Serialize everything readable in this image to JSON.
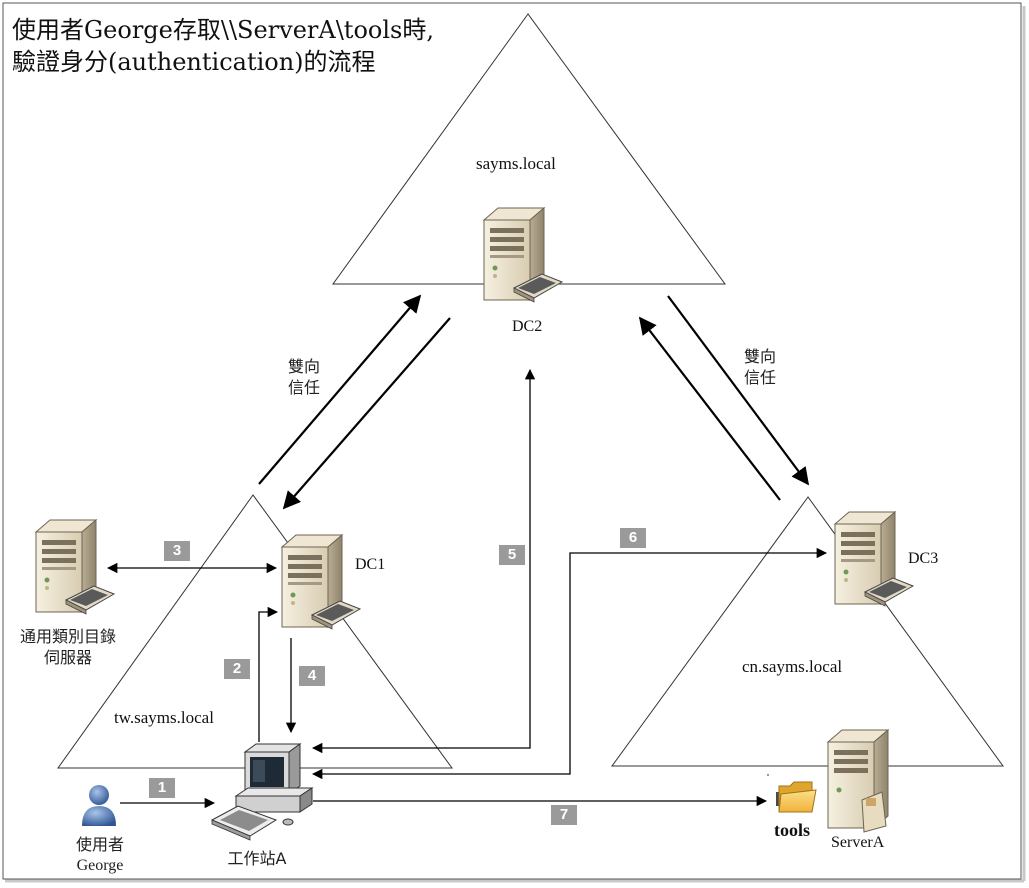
{
  "title": {
    "line1": "使用者George存取\\\\ServerA\\tools時,",
    "line2": "驗證身分(authentication)的流程"
  },
  "domains": {
    "root": "sayms.local",
    "tw": "tw.sayms.local",
    "cn": "cn.sayms.local"
  },
  "nodes": {
    "dc1": "DC1",
    "dc2": "DC2",
    "dc3": "DC3",
    "gc_line1": "通用類別目錄",
    "gc_line2": "伺服器",
    "workstation": "工作站A",
    "user_line1": "使用者",
    "user_line2": "George",
    "server": "ServerA",
    "folder": "tools"
  },
  "trust": {
    "left_line1": "雙向",
    "left_line2": "信任",
    "right_line1": "雙向",
    "right_line2": "信任"
  },
  "steps": [
    "1",
    "2",
    "3",
    "4",
    "5",
    "6",
    "7"
  ],
  "colors": {
    "step_badge": "#9a9a9a",
    "server_body": "#eae2cf",
    "user_icon": "#5b7fb0",
    "folder": "#f2c14e"
  }
}
